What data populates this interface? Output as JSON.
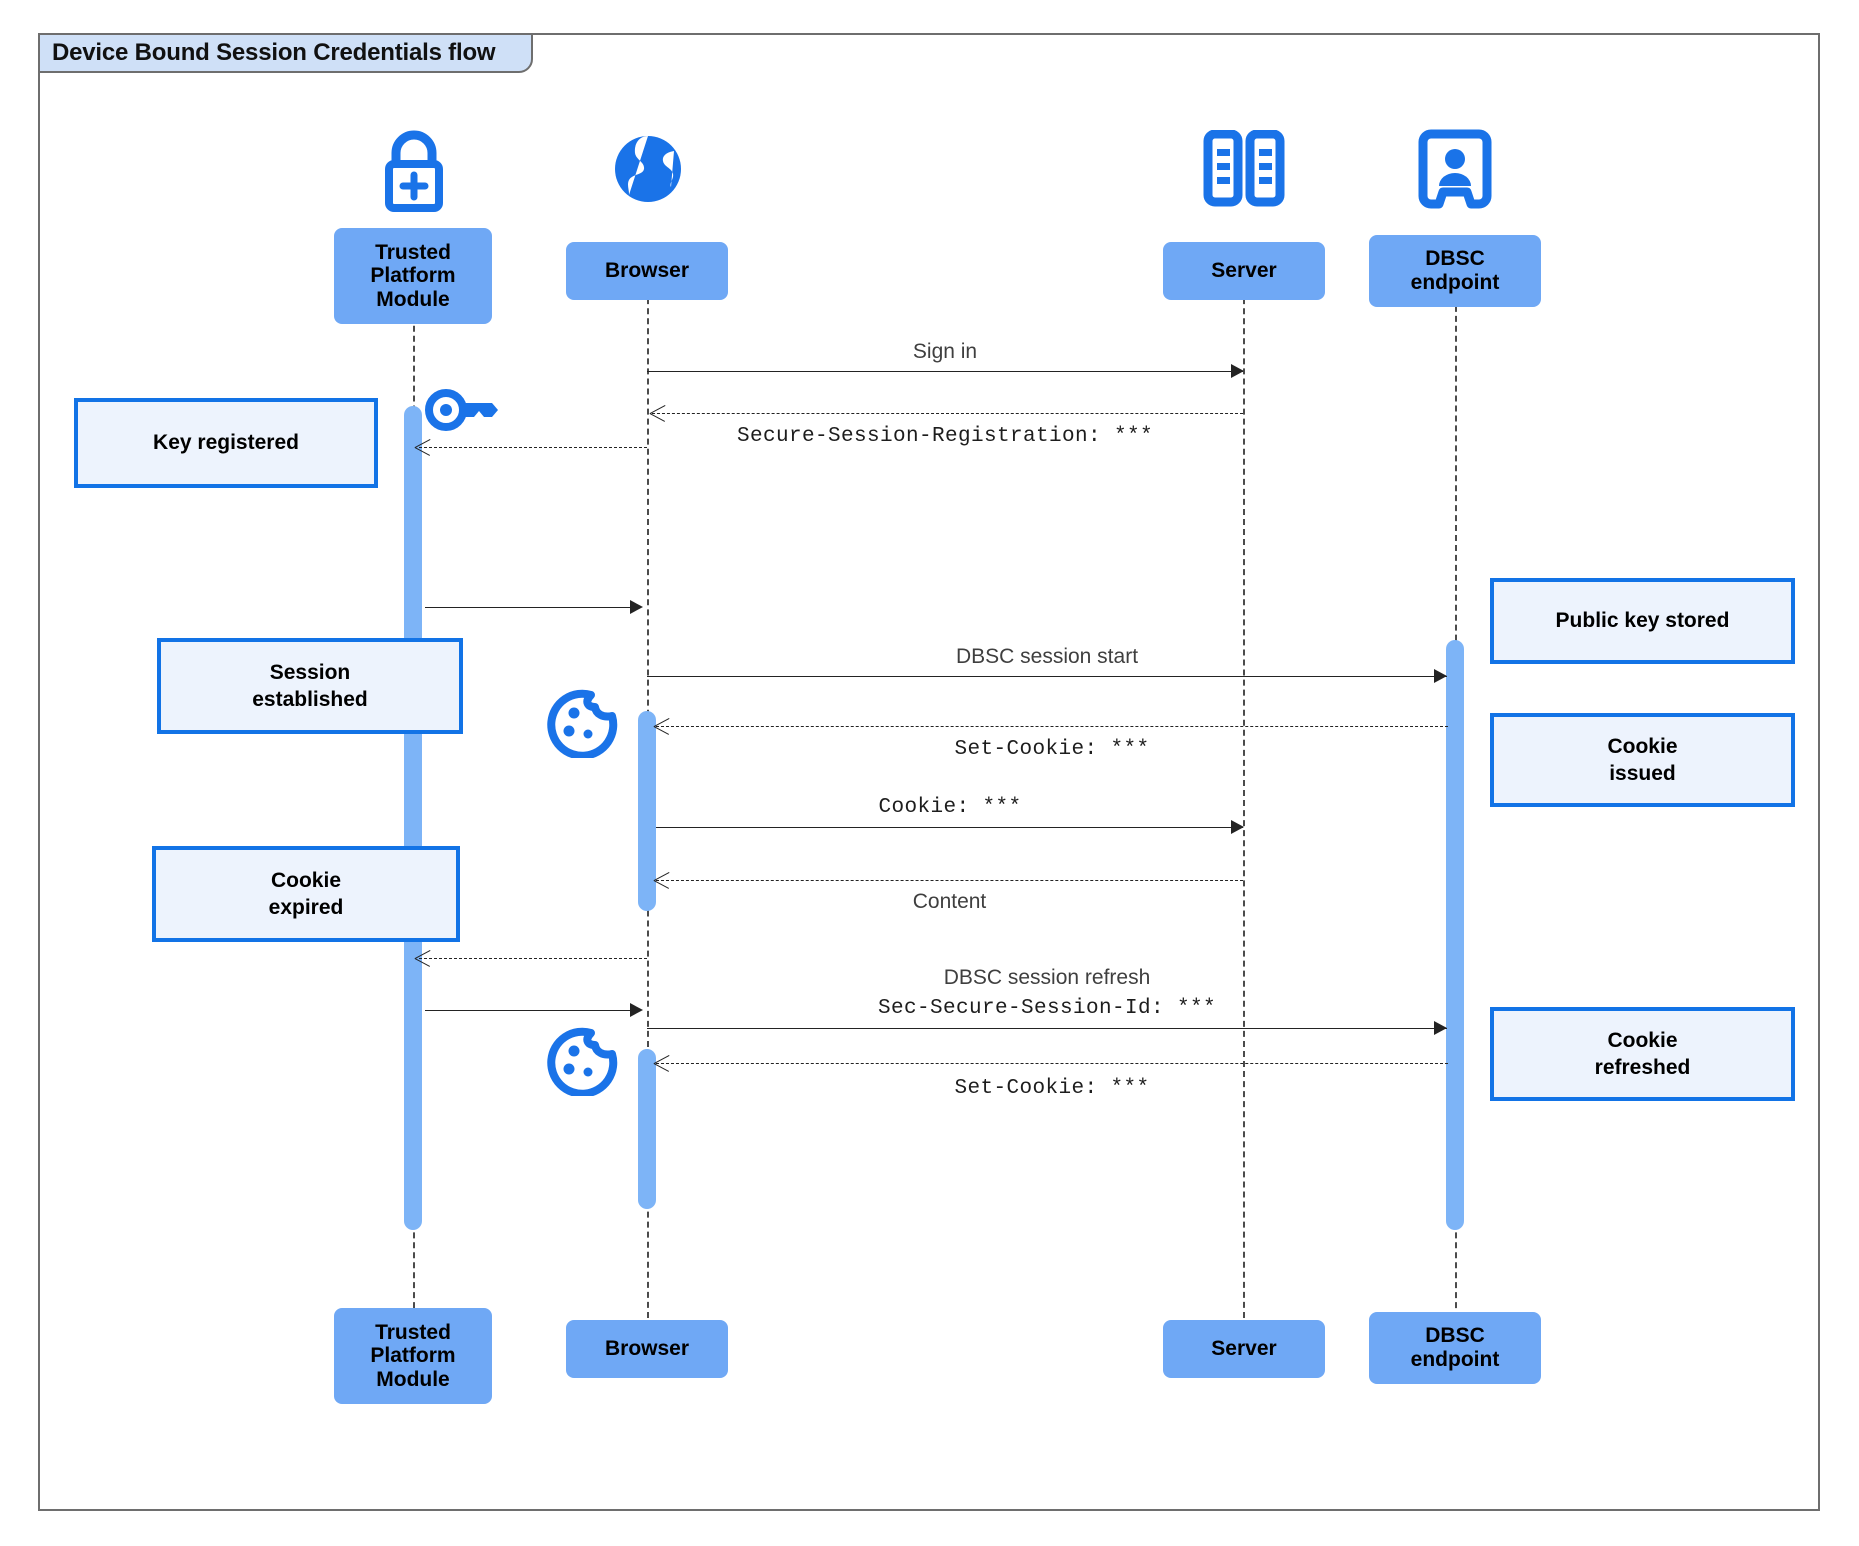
{
  "frame": {
    "title": "Device Bound Session Credentials flow"
  },
  "participants": [
    {
      "id": "tpm",
      "label": "Trusted\nPlatform\nModule",
      "icon": "padlock-plus-icon"
    },
    {
      "id": "browser",
      "label": "Browser",
      "icon": "globe-icon"
    },
    {
      "id": "server",
      "label": "Server",
      "icon": "server-racks-icon"
    },
    {
      "id": "dbsc",
      "label": "DBSC\nendpoint",
      "icon": "id-badge-icon"
    }
  ],
  "messages": [
    {
      "id": "m1",
      "from": "browser",
      "to": "server",
      "style": "solid",
      "sans": "Sign in",
      "mono": ""
    },
    {
      "id": "m2",
      "from": "server",
      "to": "browser",
      "style": "dotted",
      "sans": "",
      "mono": "Secure-Session-Registration: ***"
    },
    {
      "id": "m3",
      "from": "browser",
      "to": "tpm",
      "style": "dotted",
      "sans": "",
      "mono": ""
    },
    {
      "id": "m4",
      "from": "tpm",
      "to": "browser",
      "style": "solid",
      "sans": "",
      "mono": ""
    },
    {
      "id": "m5",
      "from": "browser",
      "to": "dbsc",
      "style": "solid",
      "sans": "DBSC session start",
      "mono": ""
    },
    {
      "id": "m6",
      "from": "dbsc",
      "to": "browser",
      "style": "dotted",
      "sans": "",
      "mono": "Set-Cookie: ***"
    },
    {
      "id": "m7",
      "from": "browser",
      "to": "server",
      "style": "solid",
      "sans": "",
      "mono": "Cookie: ***"
    },
    {
      "id": "m8",
      "from": "server",
      "to": "browser",
      "style": "dotted",
      "sans": "Content",
      "mono": ""
    },
    {
      "id": "m9",
      "from": "browser",
      "to": "tpm",
      "style": "dotted",
      "sans": "",
      "mono": ""
    },
    {
      "id": "m10",
      "from": "tpm",
      "to": "browser",
      "style": "solid",
      "sans": "",
      "mono": ""
    },
    {
      "id": "m11",
      "from": "browser",
      "to": "dbsc",
      "style": "solid",
      "sans": "DBSC session refresh",
      "mono": "Sec-Secure-Session-Id: ***"
    },
    {
      "id": "m12",
      "from": "dbsc",
      "to": "browser",
      "style": "dotted",
      "sans": "",
      "mono": "Set-Cookie: ***"
    }
  ],
  "notes": {
    "key_registered": "Key registered",
    "session_established": "Session\nestablished",
    "cookie_expired": "Cookie\nexpired",
    "public_key_stored": "Public key stored",
    "cookie_issued": "Cookie\nissued",
    "cookie_refreshed": "Cookie\nrefreshed"
  },
  "icons": {
    "key": "key-icon",
    "cookie_1": "cookie-icon",
    "cookie_2": "cookie-icon"
  },
  "colors": {
    "participant_fill": "#6fa8f5",
    "activation_fill": "#7db4f7",
    "note_border": "#1273e6",
    "note_fill": "#edf3fd",
    "icon_blue": "#1a73e8",
    "frame_tab_fill": "#cfe0f7",
    "frame_border": "#6e6e6e"
  }
}
